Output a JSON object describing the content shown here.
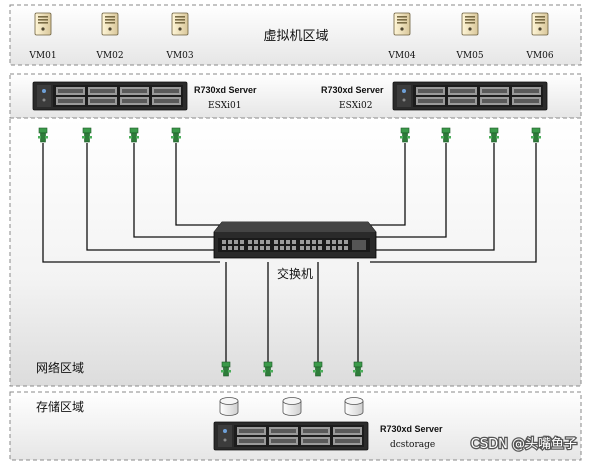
{
  "zones": {
    "virtual_label": "虚拟机区域",
    "network_label": "网络区域",
    "storage_label": "存储区域"
  },
  "vms": [
    {
      "label": "VM01"
    },
    {
      "label": "VM02"
    },
    {
      "label": "VM03"
    },
    {
      "label": "VM04"
    },
    {
      "label": "VM05"
    },
    {
      "label": "VM06"
    }
  ],
  "servers": {
    "esxi01": {
      "model": "R730xd Server",
      "host": "ESXi01"
    },
    "esxi02": {
      "model": "R730xd Server",
      "host": "ESXi02"
    },
    "storage": {
      "model": "R730xd Server",
      "host": "dcstorage"
    }
  },
  "switch": {
    "label": "交换机"
  },
  "watermark": "CSDN @头嘴鱼子",
  "colors": {
    "zone_border": "#8a8a8a",
    "zone_fill_top": "#ffffff",
    "zone_fill_bottom": "#e4e4e4",
    "server_body": "#2b2b2b",
    "connector": "#2e7d3a",
    "cable": "#111111"
  },
  "icons": {
    "vm": "tower-server-icon",
    "nic": "network-connector-icon",
    "disk": "disk-cylinder-icon"
  }
}
